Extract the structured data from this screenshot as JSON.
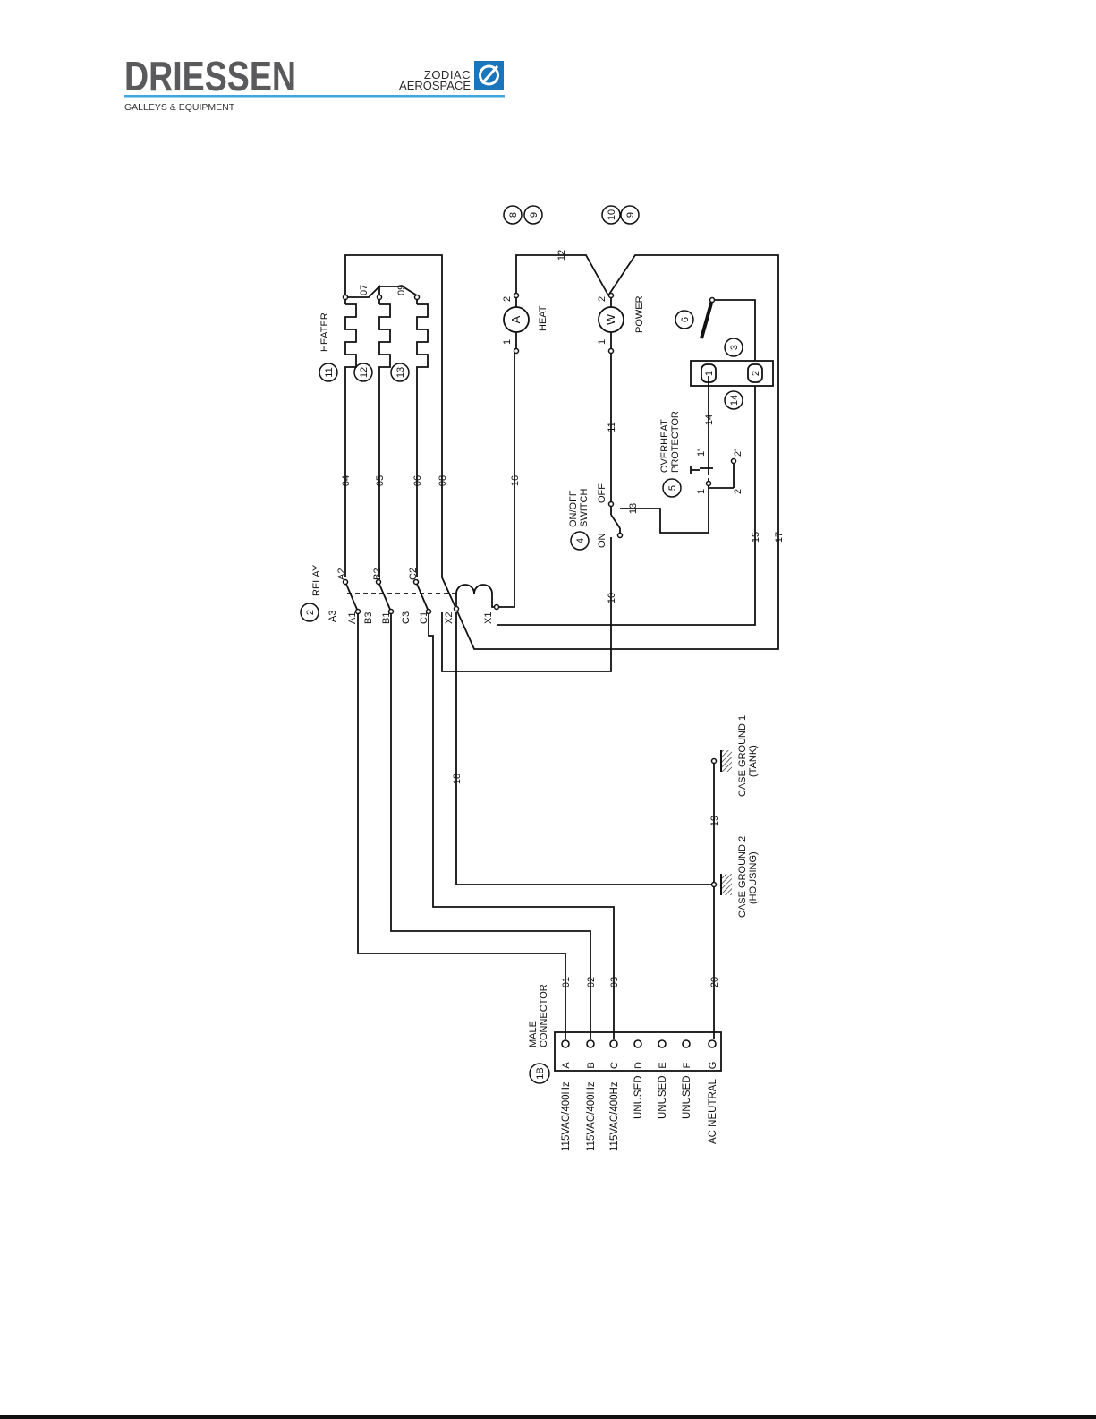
{
  "header": {
    "brand": "DRIESSEN",
    "tagline": "GALLEYS & EQUIPMENT",
    "partner_line1": "ZODIAC",
    "partner_line2": "AEROSPACE",
    "brand_color": "#5a5a5c",
    "accent_color": "#1a75bb",
    "rule_color": "#41a6e0"
  },
  "diagram": {
    "relay": {
      "ref": "2",
      "title": "RELAY",
      "contacts": [
        "A3",
        "A2",
        "A1",
        "B3",
        "B2",
        "B1",
        "C3",
        "C2",
        "C1",
        "X2",
        "X1"
      ]
    },
    "heaters": {
      "title": "HEATER",
      "refs": [
        "11",
        "12",
        "13"
      ],
      "top_wires": [
        "07",
        "09"
      ]
    },
    "meters": {
      "heat_label": "HEAT",
      "power_label": "POWER",
      "heat_symbol": "A",
      "power_symbol": "W",
      "pins": [
        "1",
        "2",
        "1",
        "2"
      ],
      "callouts": [
        "8",
        "9",
        "10",
        "9"
      ]
    },
    "switch": {
      "ref": "4",
      "title_line1": "ON/OFF",
      "title_line2": "SWITCH",
      "on_label": "ON",
      "off_label": "OFF"
    },
    "overheat": {
      "ref": "5",
      "title_line1": "OVERHEAT",
      "title_line2": "PROTECTOR",
      "pins": [
        "1",
        "1'",
        "2",
        "2'"
      ]
    },
    "thermostat": {
      "refs": [
        "6",
        "3",
        "14"
      ],
      "terminals": [
        "1",
        "2"
      ]
    },
    "wires": [
      "04",
      "05",
      "06",
      "08",
      "16",
      "11",
      "12",
      "13",
      "14",
      "10",
      "15",
      "17",
      "18",
      "19",
      "20",
      "01",
      "02",
      "03"
    ],
    "grounds": {
      "g1_line1": "CASE GROUND 1",
      "g1_line2": "(TANK)",
      "g2_line1": "CASE GROUND 2",
      "g2_line2": "(HOUSING)"
    },
    "connector": {
      "ref": "1B",
      "title_line1": "MALE",
      "title_line2": "CONNECTOR",
      "pins": [
        {
          "pin": "A",
          "label": "115VAC/400Hz"
        },
        {
          "pin": "B",
          "label": "115VAC/400Hz"
        },
        {
          "pin": "C",
          "label": "115VAC/400Hz"
        },
        {
          "pin": "D",
          "label": "UNUSED"
        },
        {
          "pin": "E",
          "label": "UNUSED"
        },
        {
          "pin": "F",
          "label": "UNUSED"
        },
        {
          "pin": "G",
          "label": "AC NEUTRAL"
        }
      ]
    }
  }
}
